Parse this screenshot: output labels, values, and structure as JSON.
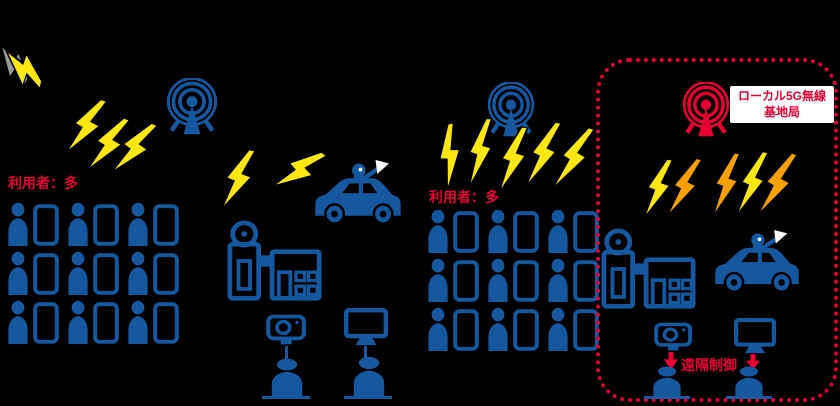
{
  "colors": {
    "background": "#000000",
    "primary_blue": "#1558A0",
    "accent_red": "#E60033",
    "bolt_yellow": "#FFE714",
    "bolt_orange": "#F6A100",
    "bolt_grey": "#9A9A9A",
    "white": "#FFFFFF"
  },
  "labels": {
    "users_left": "利用者：多",
    "users_right": "利用者：多",
    "station_line1": "ローカル5G無線",
    "station_line2": "基地局",
    "remote_control": "遠隔制御"
  },
  "user_grid": {
    "rows": 3,
    "cols": 3
  },
  "icons": {
    "antenna": "base-station-antenna-icon",
    "bolt": "lightning-radio-wave-icon",
    "person": "person-icon",
    "phone": "smartphone-icon",
    "factory": "factory-robot-icon",
    "car": "autonomous-car-robot-icon",
    "camera": "surveillance-camera-icon",
    "monitor": "display-monitor-icon",
    "arrow_down": "down-arrow-icon"
  }
}
